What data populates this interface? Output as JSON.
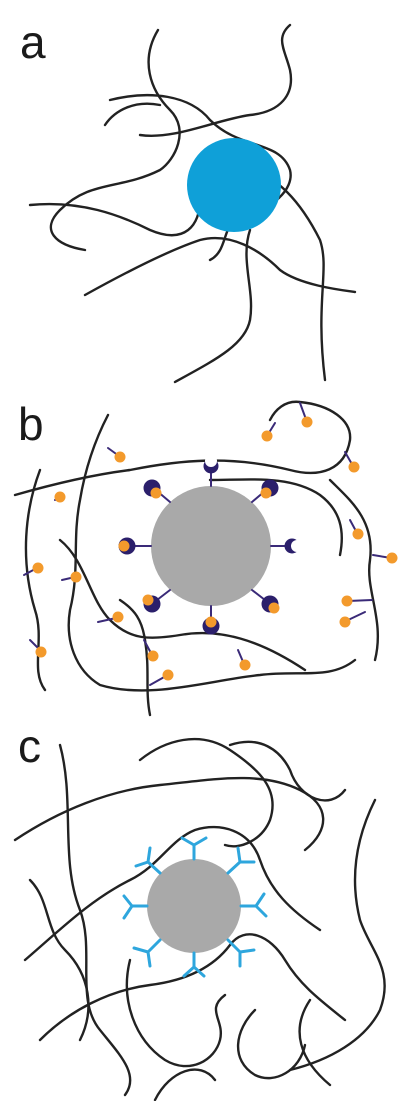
{
  "panels": [
    {
      "label": "a"
    },
    {
      "label": "b"
    },
    {
      "label": "c"
    }
  ],
  "colors": {
    "nanoparticle_a": "#0fa0d8",
    "nanoparticle_bc": "#a9a9a9",
    "polymer_chain": "#222222",
    "receptor_dark": "#2b1f6b",
    "ligand_orange": "#f39a2c",
    "linker_cyan": "#2ea6dd"
  }
}
